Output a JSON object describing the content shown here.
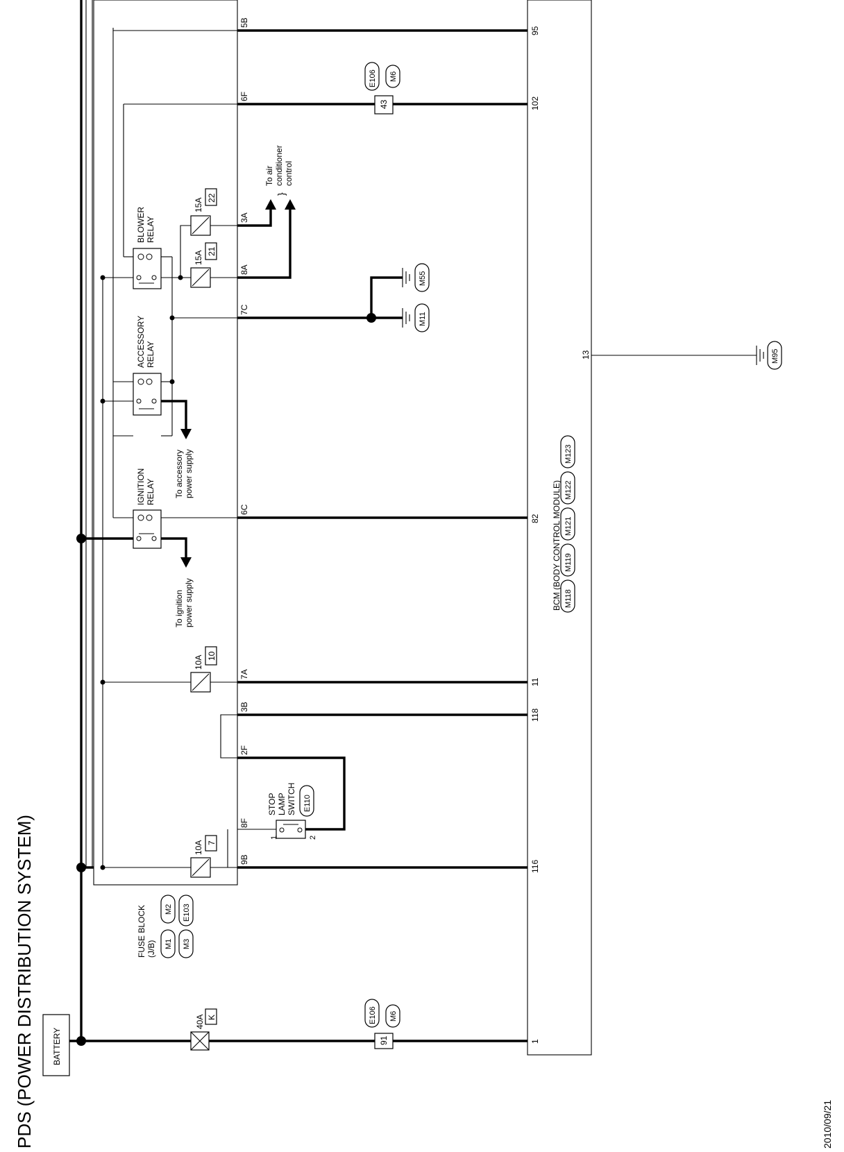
{
  "title": "PDS (POWER DISTRIBUTION SYSTEM)",
  "date": "2010/09/21",
  "battery_label": "BATTERY",
  "fusible_link": {
    "amp": "40A",
    "id": "K"
  },
  "fuse_block": {
    "label_line1": "FUSE BLOCK",
    "label_line2": "(J/B)",
    "connectors": [
      "M1",
      "M2",
      "M3",
      "E103"
    ]
  },
  "fuses": [
    {
      "amp": "10A",
      "num": "7"
    },
    {
      "amp": "10A",
      "num": "10"
    },
    {
      "amp": "15A",
      "num": "21"
    },
    {
      "amp": "15A",
      "num": "22"
    }
  ],
  "relays": {
    "ignition_line1": "IGNITION",
    "ignition_line2": "RELAY",
    "accessory_line1": "ACCESSORY",
    "accessory_line2": "RELAY",
    "blower_line1": "BLOWER",
    "blower_line2": "RELAY"
  },
  "notes": {
    "ign_line1": "To ignition",
    "ign_line2": "power supply",
    "acc_line1": "To accessory",
    "acc_line2": "power supply",
    "ac_line1": "To air",
    "ac_line2": "conditioner",
    "ac_line3": "control"
  },
  "stop_lamp_switch": {
    "line1": "STOP",
    "line2": "LAMP",
    "line3": "SWITCH",
    "connector": "E110",
    "pin1": "1",
    "pin2": "2"
  },
  "jb_terminals": [
    "9B",
    "8F",
    "2F",
    "3B",
    "7A",
    "6C",
    "7C",
    "8A",
    "3A",
    "6F",
    "5B"
  ],
  "harness_connectors": {
    "upper": {
      "a": "E106",
      "b": "M6",
      "pin": "43"
    },
    "lower": {
      "a": "E106",
      "b": "M6",
      "pin": "91"
    }
  },
  "grounds": [
    "M11",
    "M55",
    "M95"
  ],
  "bcm": {
    "label": "BCM (BODY CONTROL MODULE)",
    "connectors": [
      "M118",
      "M119",
      "M121",
      "M122",
      "M123"
    ],
    "pins": [
      "1",
      "116",
      "118",
      "11",
      "82",
      "102",
      "95",
      "13"
    ]
  },
  "colors": {
    "ink": "#000000",
    "paper": "#ffffff"
  }
}
